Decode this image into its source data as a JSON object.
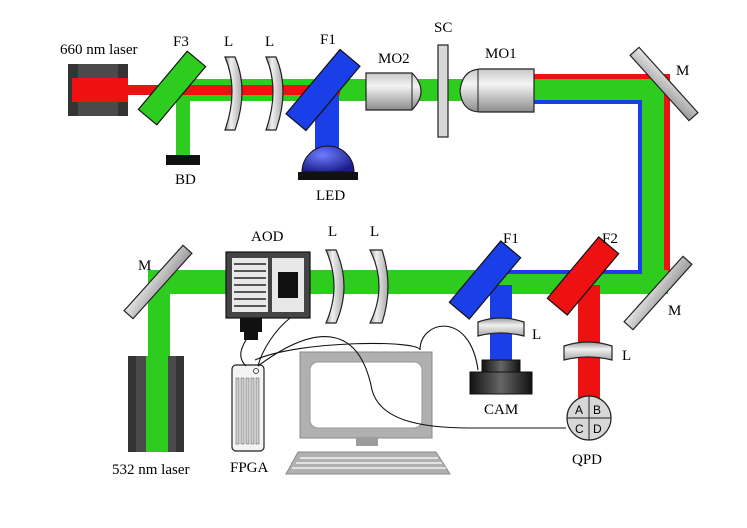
{
  "labels": {
    "laser_660": "660 nm laser",
    "f3": "F3",
    "l1": "L",
    "l2": "L",
    "f1_top": "F1",
    "mo2": "MO2",
    "sc": "SC",
    "mo1": "MO1",
    "m_top": "M",
    "bd": "BD",
    "led": "LED",
    "aod": "AOD",
    "l3": "L",
    "l4": "L",
    "f1_bottom": "F1",
    "f2": "F2",
    "m_left": "M",
    "m_right": "M",
    "l_cam": "L",
    "l_qpd": "L",
    "cam": "CAM",
    "laser_532": "532 nm laser",
    "fpga": "FPGA",
    "qpd": "QPD"
  },
  "qpd_quadrants": [
    "A",
    "B",
    "C",
    "D"
  ],
  "colors": {
    "green_beam": "#2ecc1e",
    "red_beam": "#ee1111",
    "blue_beam": "#1a3fe8",
    "filter_green": "#2ecc1e",
    "filter_blue": "#1a3fe8",
    "filter_red": "#ee1111",
    "lens_fill": "#d5d5d5",
    "mirror_fill": "#bcbcbc",
    "laser_body": "#333333",
    "computer": "#b0b0b0"
  }
}
